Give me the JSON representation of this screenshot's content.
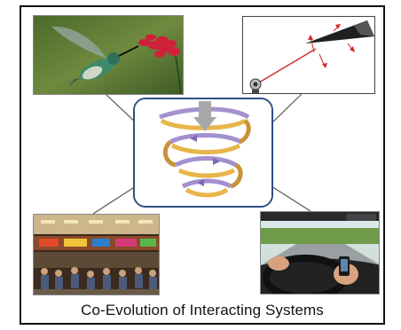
{
  "caption": "Co-Evolution of Interacting Systems",
  "images": {
    "top_left": "hummingbird-feeding-photo",
    "top_right": "laser-measurement-diagram",
    "center": "coevolution-spiral-diagram",
    "bottom_left": "food-court-photo",
    "bottom_right": "driving-with-phone-photo"
  },
  "colors": {
    "frame": "#111111",
    "center_border": "#2d4f86",
    "spiral_gold": "#e7b54a",
    "spiral_purple": "#9a86c9",
    "connector": "#555555"
  }
}
